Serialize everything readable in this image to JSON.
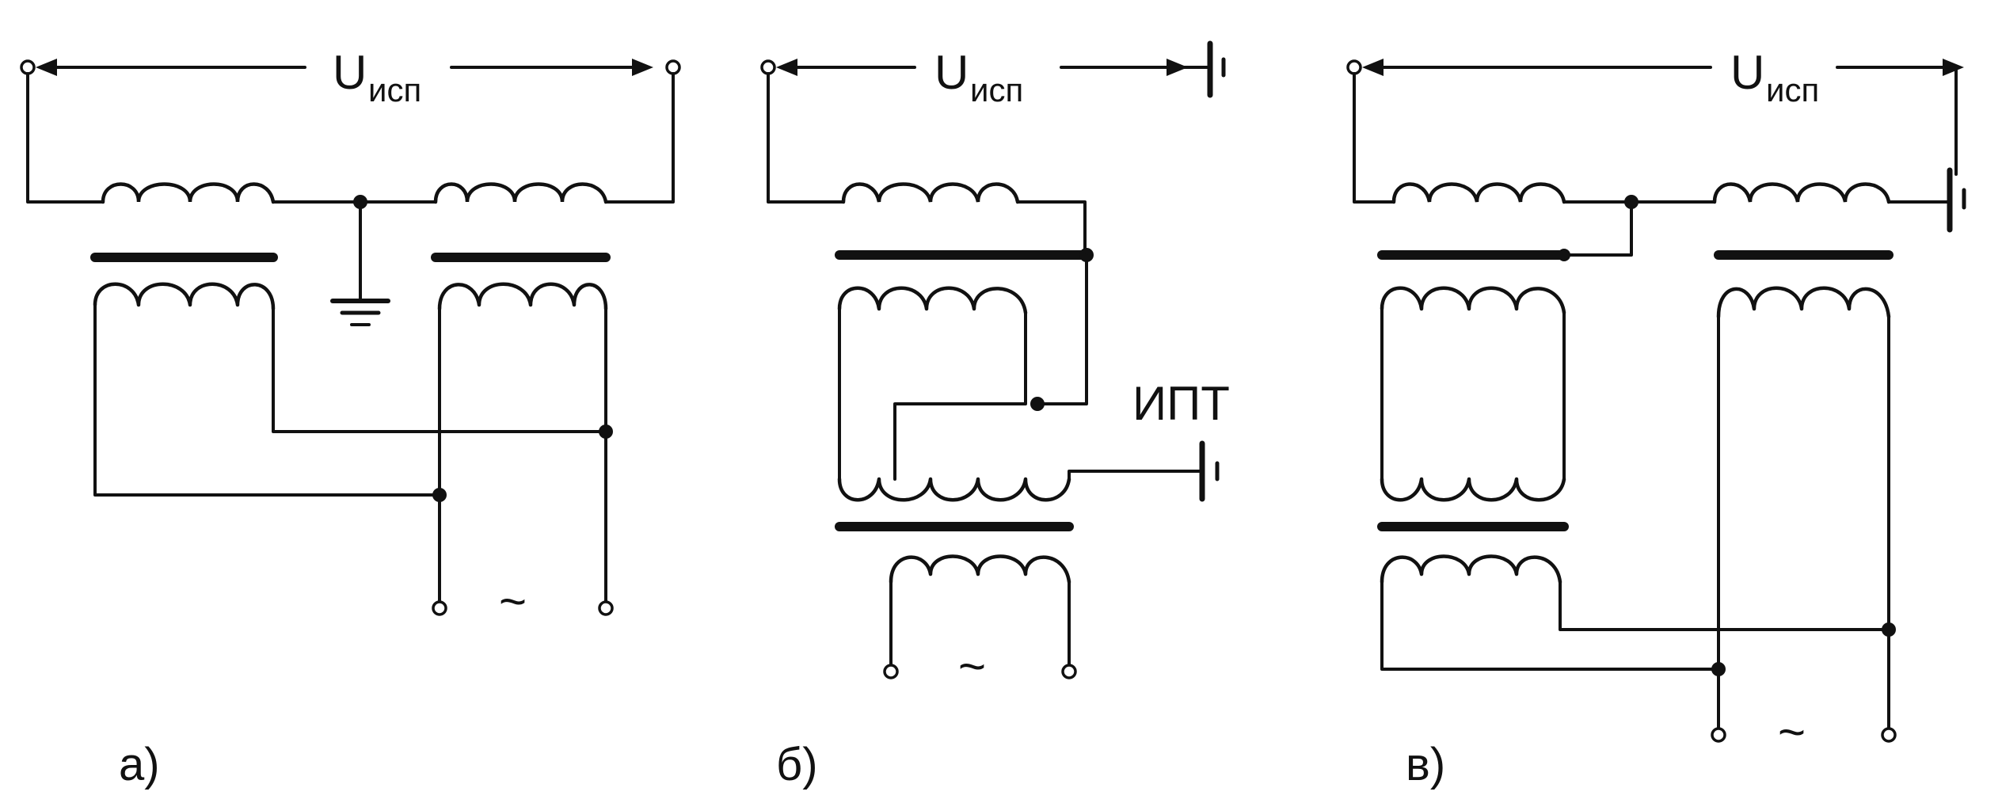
{
  "diagram": {
    "voltage_label": {
      "main": "U",
      "subscript": "исп"
    },
    "tap_label": "ИПТ",
    "ac_symbol": "~",
    "panels": [
      {
        "label": "а)"
      },
      {
        "label": "б)"
      },
      {
        "label": "в)"
      }
    ]
  }
}
